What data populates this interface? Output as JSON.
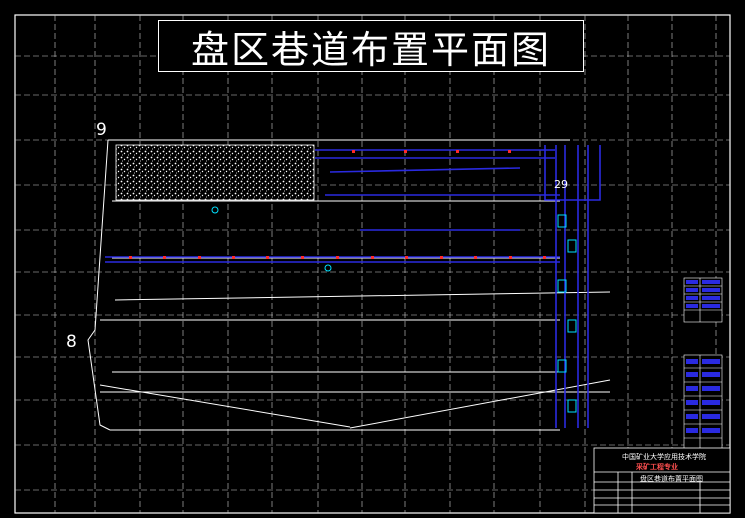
{
  "drawing": {
    "title": "盘区巷道布置平面图",
    "labels": {
      "point_9": "9",
      "point_8": "8",
      "point_29": "29"
    }
  },
  "title_block": {
    "org": "中国矿业大学应用技术学院",
    "dept": "采矿工程专业",
    "drawing_name": "盘区巷道布置平面图"
  },
  "colors": {
    "background": "#000000",
    "grid": "#d0d0d0",
    "roadway": "#2a2ae0",
    "marker": "#ff2a2a",
    "boundary": "#ffffff",
    "shaft": "#00e0ff"
  }
}
